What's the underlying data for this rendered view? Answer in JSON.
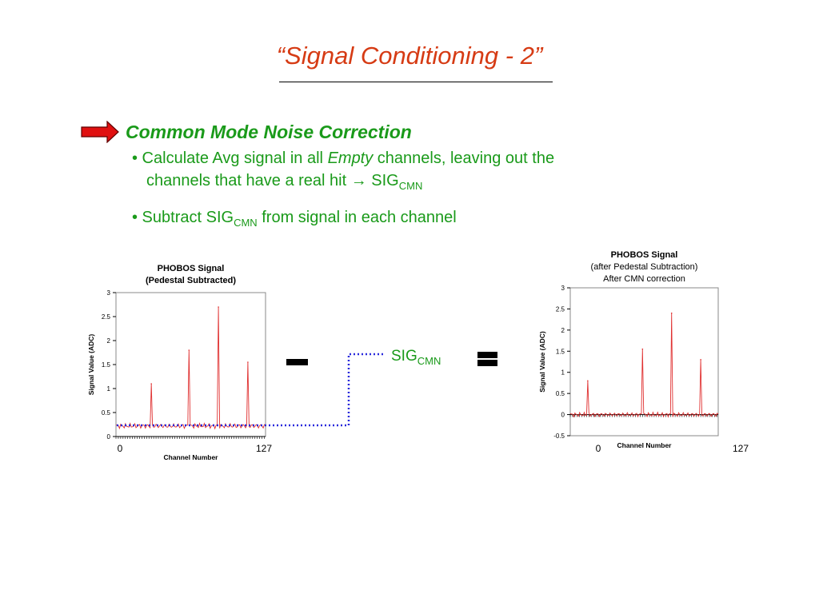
{
  "slide": {
    "title": "“Signal Conditioning - 2”",
    "heading": "Common Mode Noise Correction",
    "bullet1_a": "• Calculate Avg signal in all ",
    "bullet1_em": "Empty",
    "bullet1_b": " channels, leaving out the",
    "bullet1_c": "channels that have a real hit → SIG",
    "bullet1_sub": "CMN",
    "bullet2_a": "• Subtract SIG",
    "bullet2_sub": "CMN",
    "bullet2_b": " from signal in each channel",
    "sig_label": "SIG",
    "sig_sub": "CMN",
    "colors": {
      "title": "#d63b14",
      "text": "#1a9a1a",
      "arrow": "#e01010",
      "trace": "#e03030",
      "dotted": "#2a2adc"
    }
  },
  "chart_data": [
    {
      "type": "line",
      "title": "PHOBOS Signal",
      "subtitle": "(Pedestal Subtracted)",
      "xlabel": "Channel Number",
      "ylabel": "Signal Value (ADC)",
      "xlim": [
        0,
        127
      ],
      "ylim": [
        0,
        3
      ],
      "yticks": [
        "0",
        "0.5",
        "1",
        "1.5",
        "2",
        "2.5",
        "3"
      ],
      "xticklabels": [
        "0",
        "127"
      ],
      "baseline": 0.22,
      "peaks": [
        {
          "x": 30,
          "y": 1.1
        },
        {
          "x": 62,
          "y": 1.8
        },
        {
          "x": 87,
          "y": 2.7
        },
        {
          "x": 112,
          "y": 1.55
        }
      ]
    },
    {
      "type": "line",
      "title": "PHOBOS Signal",
      "subtitle": "(after Pedestal Subtraction)",
      "subtitle2": "After CMN correction",
      "xlabel": "Channel Number",
      "ylabel": "Signal Value (ADC)",
      "xlim": [
        0,
        127
      ],
      "ylim": [
        -0.5,
        3
      ],
      "yticks": [
        "-0.5",
        "0",
        "0.5",
        "1",
        "1.5",
        "2",
        "2.5",
        "3"
      ],
      "xticklabels": [
        "0",
        "127"
      ],
      "baseline": 0.0,
      "peaks": [
        {
          "x": 15,
          "y": 0.8
        },
        {
          "x": 62,
          "y": 1.55
        },
        {
          "x": 87,
          "y": 2.4
        },
        {
          "x": 112,
          "y": 1.3
        }
      ]
    }
  ]
}
